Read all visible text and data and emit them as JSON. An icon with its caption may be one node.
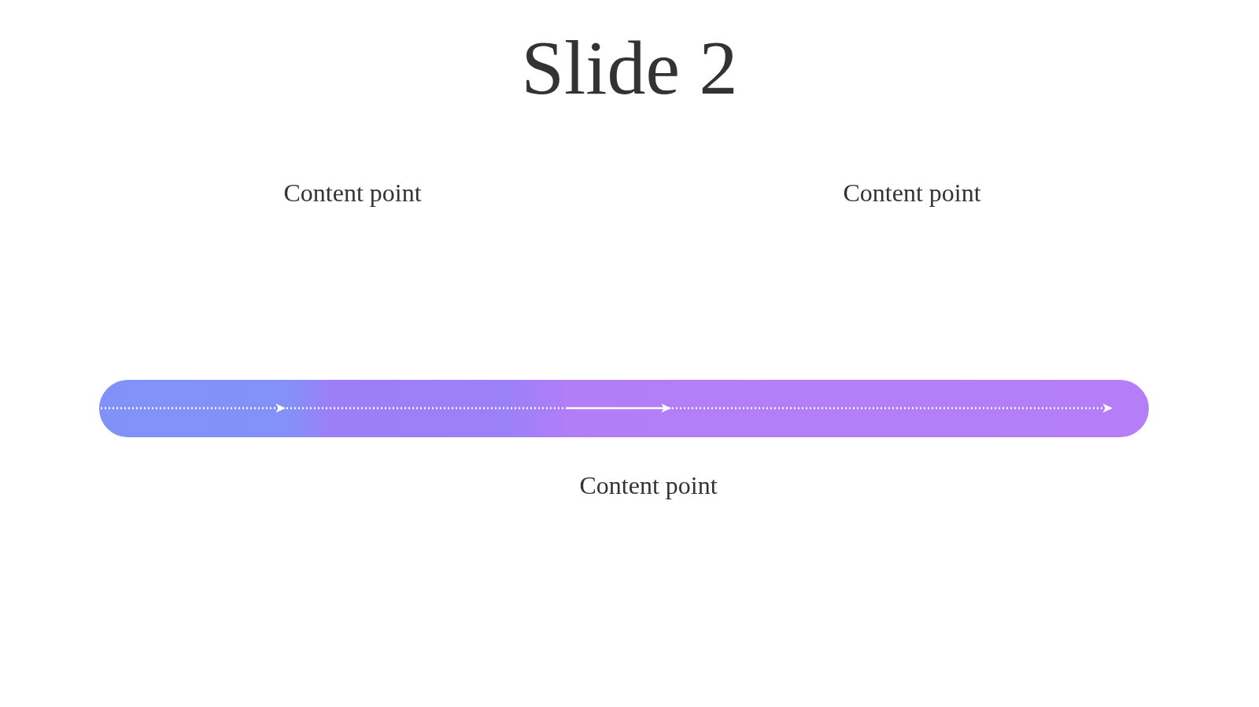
{
  "diagram": {
    "title": "Slide 2",
    "labels": [
      "Content point",
      "Content point",
      "Content point"
    ]
  }
}
